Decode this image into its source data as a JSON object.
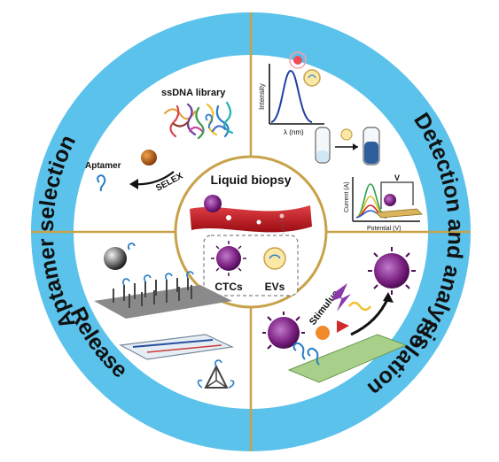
{
  "sections": {
    "top_left": {
      "title": "Aptamer selection",
      "library_label": "ssDNA library",
      "selex_label": "SELEX",
      "aptamer_label": "Aptamer"
    },
    "top_right": {
      "title": "Detection and analysis",
      "spectrum_y_label": "Intensity",
      "spectrum_x_label": "λ (nm)",
      "voltammogram_y_label": "Current (A)",
      "voltammogram_x_label": "Potential (V)",
      "circuit_label": "V"
    },
    "bottom_left": {
      "title": "Isolation"
    },
    "bottom_right": {
      "title": "Release",
      "stimulus_label": "Stimulus"
    }
  },
  "center": {
    "title": "Liquid biopsy",
    "ctc_label": "CTCs",
    "ev_label": "EVs"
  },
  "colors": {
    "ring": "#5bc2eb",
    "divider": "#c8a24a",
    "vessel": "#c9171e",
    "cell": "#8a2a90",
    "aptamer": "#2a7ec8"
  }
}
